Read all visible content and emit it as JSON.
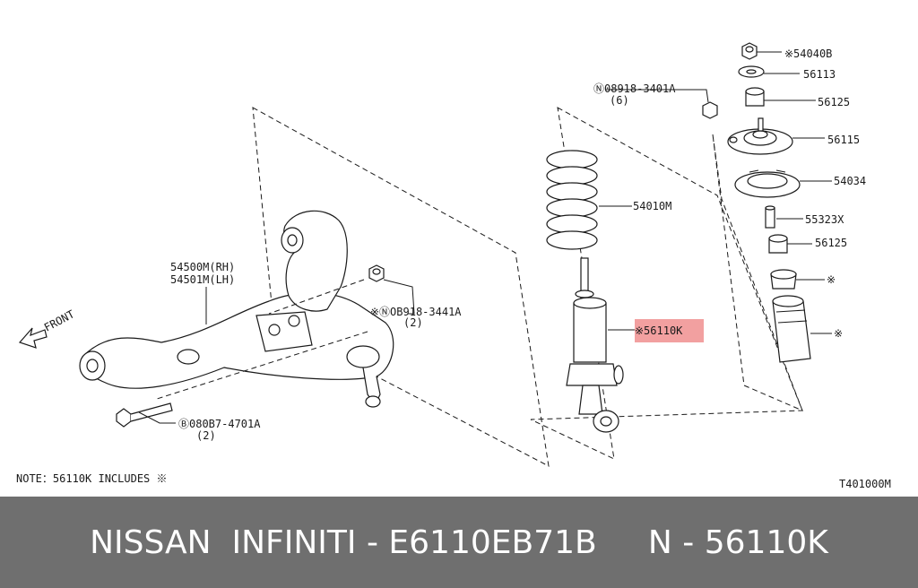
{
  "labels": {
    "front": "FRONT",
    "arm_rh": "54500M(RH)",
    "arm_lh": "54501M(LH)",
    "nut_arm_code": "※ⓃOB918-3441A",
    "nut_arm_qty": "(2)",
    "bolt_code": "Ⓑ080B7-4701A",
    "bolt_qty": "(2)",
    "nut_top_code": "Ⓝ08918-3401A",
    "nut_top_qty": "(6)",
    "spring": "54010M",
    "shock": "※56110K",
    "p54040b": "※54040B",
    "p56113": "56113",
    "p56125_top": "56125",
    "p56115": "56115",
    "p54034": "54034",
    "p55323x": "55323X",
    "p56125_low": "56125",
    "mark_bump": "※",
    "mark_boot": "※",
    "note": "NOTE：56110K INCLUDES ※",
    "diagram_code": "T401000M"
  },
  "highlight_color": "#f2a0a0",
  "footer": {
    "text": "NISSAN  INFINITI - E6110EB71B     N - 56110K"
  }
}
